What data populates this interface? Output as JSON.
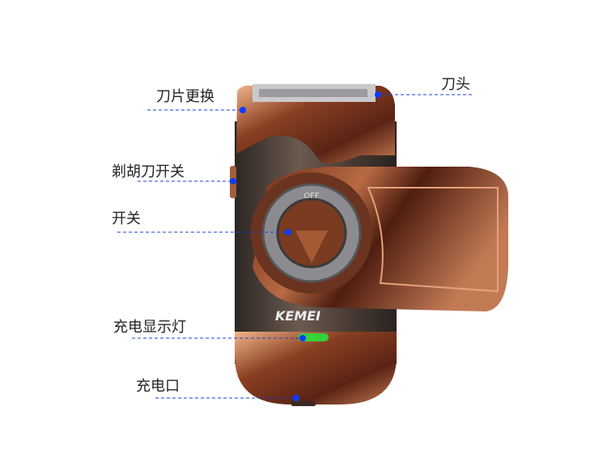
{
  "brand_logo": "KEMEI",
  "dial_mark": "OFF",
  "callouts": [
    {
      "label": "刀片更换"
    },
    {
      "label": "刀头"
    },
    {
      "label": "剃胡刀开关"
    },
    {
      "label": "开关"
    },
    {
      "label": "充电显示灯"
    },
    {
      "label": "充电口"
    }
  ],
  "colors": {
    "callout_line": "#1a3fd6",
    "callout_dot": "#0a3cff",
    "body_bronze": "#8a4a2c",
    "body_dark": "#4a3a33",
    "indicator": "#35d23a"
  }
}
